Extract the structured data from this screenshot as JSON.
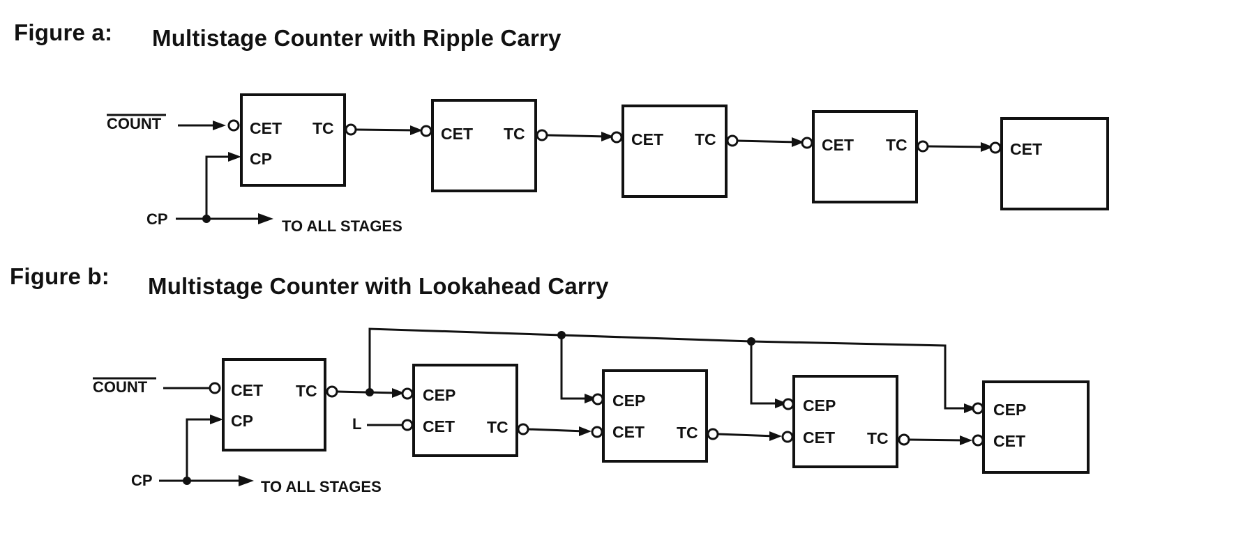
{
  "figure_a": {
    "label": "Figure a:",
    "title": "Multistage Counter with Ripple Carry",
    "input_count": "COUNT",
    "input_cp": "CP",
    "to_all_stages": "TO ALL STAGES",
    "stage1": {
      "cet": "CET",
      "cp": "CP",
      "tc": "TC"
    },
    "stage2": {
      "cet": "CET",
      "tc": "TC"
    },
    "stage3": {
      "cet": "CET",
      "tc": "TC"
    },
    "stage4": {
      "cet": "CET",
      "tc": "TC"
    },
    "stage5": {
      "cet": "CET"
    }
  },
  "figure_b": {
    "label": "Figure b:",
    "title": "Multistage Counter with Lookahead Carry",
    "input_count": "COUNT",
    "input_cp": "CP",
    "input_l": "L",
    "to_all_stages": "TO ALL STAGES",
    "stage1": {
      "cet": "CET",
      "cp": "CP",
      "tc": "TC"
    },
    "stage2": {
      "cep": "CEP",
      "cet": "CET",
      "tc": "TC"
    },
    "stage3": {
      "cep": "CEP",
      "cet": "CET",
      "tc": "TC"
    },
    "stage4": {
      "cep": "CEP",
      "cet": "CET",
      "tc": "TC"
    },
    "stage5": {
      "cep": "CEP",
      "cet": "CET"
    }
  }
}
